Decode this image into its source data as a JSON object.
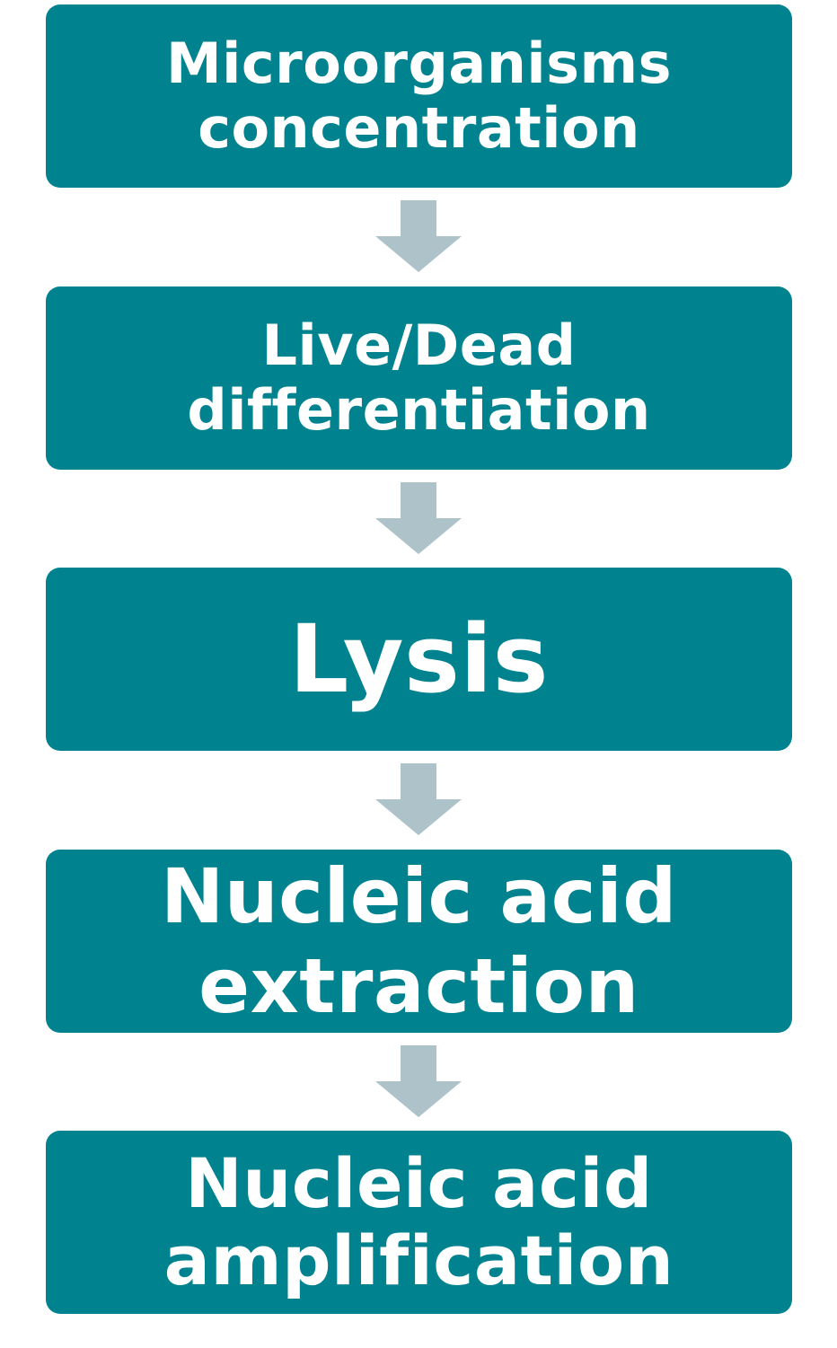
{
  "colors": {
    "box": "#00828f",
    "box_text": "#ffffff",
    "arrow": "#adc2c9",
    "background": "#ffffff"
  },
  "steps": [
    {
      "label": "Microorganisms\nconcentration"
    },
    {
      "label": "Live/Dead\ndifferentiation"
    },
    {
      "label": "Lysis"
    },
    {
      "label": "Nucleic acid\nextraction"
    },
    {
      "label": "Nucleic acid\namplification"
    }
  ],
  "arrows": [
    {
      "icon": "down-arrow-icon"
    },
    {
      "icon": "down-arrow-icon"
    },
    {
      "icon": "down-arrow-icon"
    },
    {
      "icon": "down-arrow-icon"
    }
  ]
}
